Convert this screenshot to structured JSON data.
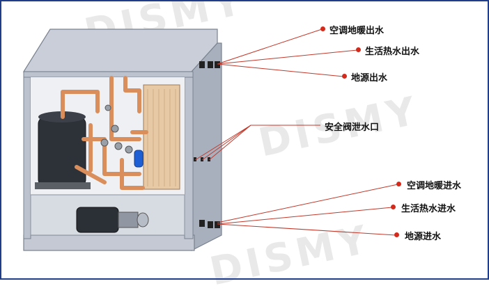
{
  "watermark": "DISMY",
  "labels": {
    "ac_floor_out": "空调地暖出水",
    "dhw_out": "生活热水出水",
    "ground_out": "地源出水",
    "safety_valve": "安全阀泄水口",
    "ac_floor_in": "空调地暖进水",
    "dhw_in": "生活热水进水",
    "ground_in": "地源进水"
  },
  "colors": {
    "callout_line": "#c0392b",
    "callout_dot": "#d42a1c",
    "cabinet": "#b8bfcc",
    "copper": "#d98e5c",
    "compressor": "#2d3138",
    "heat_exchanger": "#e8c9a6"
  }
}
